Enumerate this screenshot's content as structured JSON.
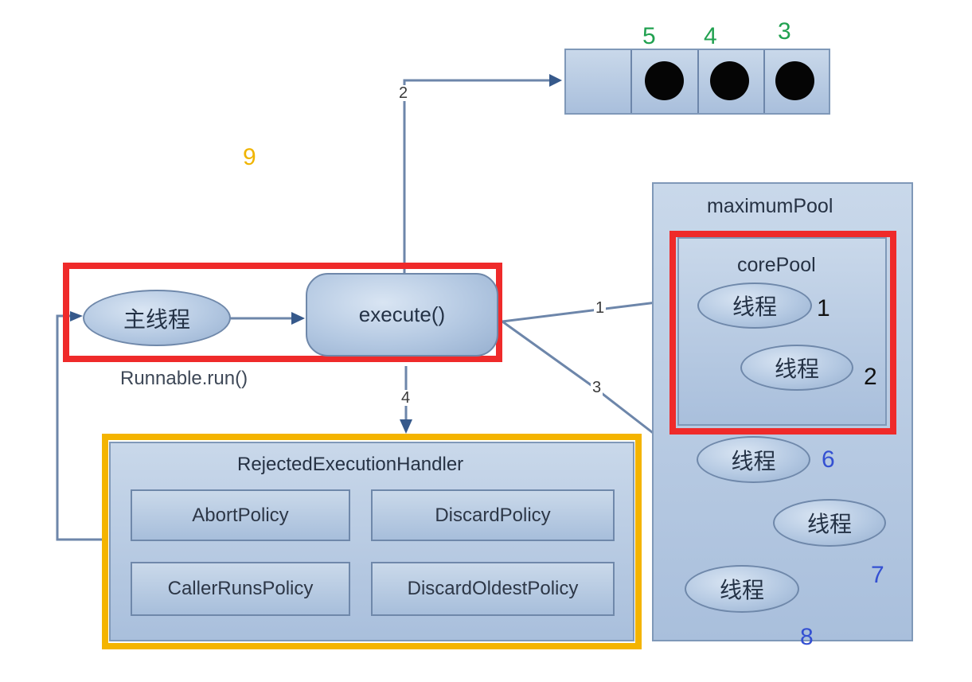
{
  "diagram": {
    "main_thread": "主线程",
    "runnable_label": "Runnable.run()",
    "execute": "execute()",
    "maximum_pool": "maximumPool",
    "core_pool": "corePool",
    "threads": {
      "core_1": "线程",
      "core_2": "线程",
      "extra_6": "线程",
      "extra_7": "线程",
      "extra_8": "线程"
    },
    "handler": {
      "title": "RejectedExecutionHandler",
      "policies": [
        "AbortPolicy",
        "DiscardPolicy",
        "CallerRunsPolicy",
        "DiscardOldestPolicy"
      ]
    },
    "flow_labels": {
      "to_queue": "2",
      "to_core": "1",
      "to_max": "3",
      "to_handler": "4"
    },
    "annotations": {
      "queue_5": "5",
      "queue_4": "4",
      "queue_3": "3",
      "note_9": "9",
      "core_1": "1",
      "core_2": "2",
      "extra_6": "6",
      "extra_7": "7",
      "extra_8": "8"
    }
  },
  "colors": {
    "blue_box": "#aac0dc",
    "blue_border": "#7f98b8",
    "arrow": "#36598b",
    "red_highlight": "#ef2a2a",
    "yellow_highlight": "#f4b400",
    "green_annotation": "#21a150",
    "blue_annotation": "#3450d2",
    "black_annotation": "#111111",
    "orange_annotation": "#f0b400"
  }
}
